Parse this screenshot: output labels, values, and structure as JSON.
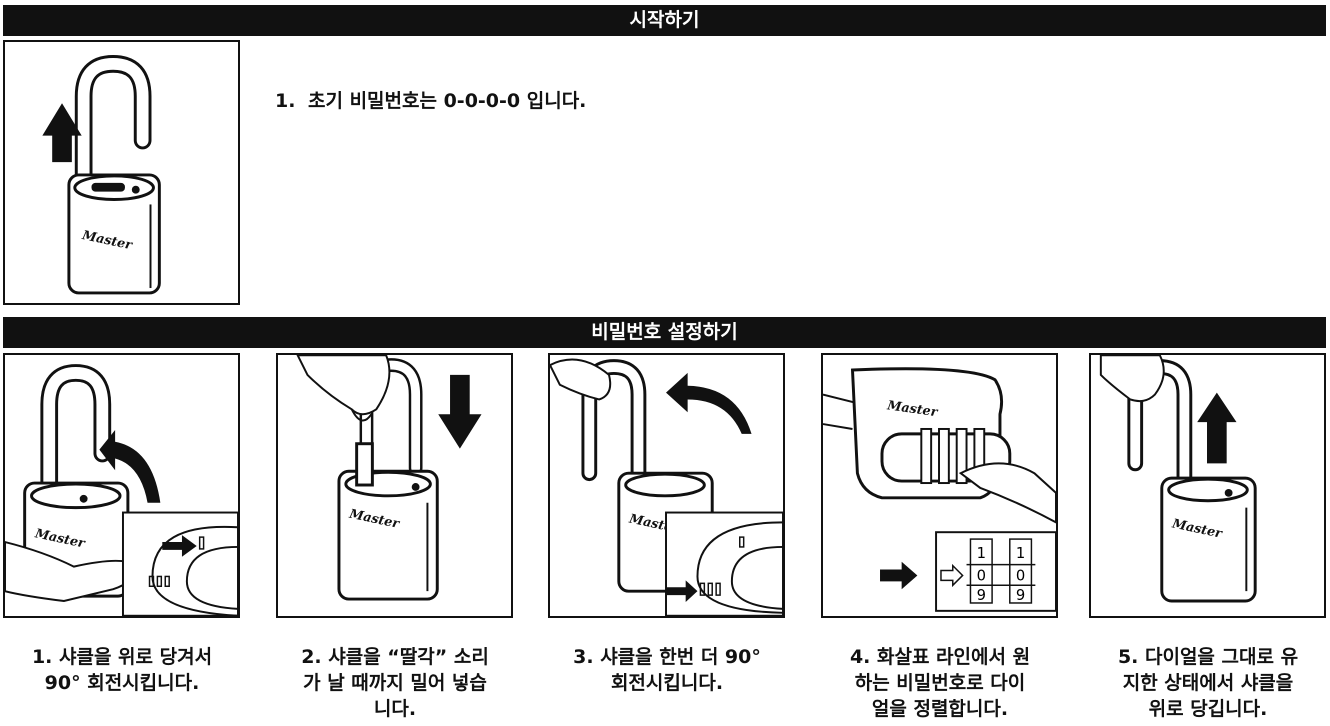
{
  "sections": {
    "start": {
      "title": "시작하기"
    },
    "set": {
      "title": "비밀번호 설정하기"
    }
  },
  "intro": {
    "number": "1.",
    "text": "초기 비밀번호는 0-0-0-0 입니다."
  },
  "brand": "Master",
  "dial_digits": [
    "1",
    "0",
    "9",
    "1",
    "0",
    "9"
  ],
  "steps": [
    {
      "lines": [
        "1. 샤클을 위로 당겨서",
        "90° 회전시킵니다."
      ]
    },
    {
      "lines": [
        "2. 샤클을 “딸각” 소리",
        "가 날 때까지 밀어 넣습",
        "니다."
      ]
    },
    {
      "lines": [
        "3. 샤클을 한번 더 90°",
        "회전시킵니다."
      ]
    },
    {
      "lines": [
        "4. 화살표 라인에서 원",
        "하는 비밀번호로 다이",
        "얼을 정렬합니다."
      ]
    },
    {
      "lines": [
        "5. 다이얼을 그대로 유",
        "지한 상태에서 샤클을",
        "위로 당깁니다."
      ]
    }
  ]
}
